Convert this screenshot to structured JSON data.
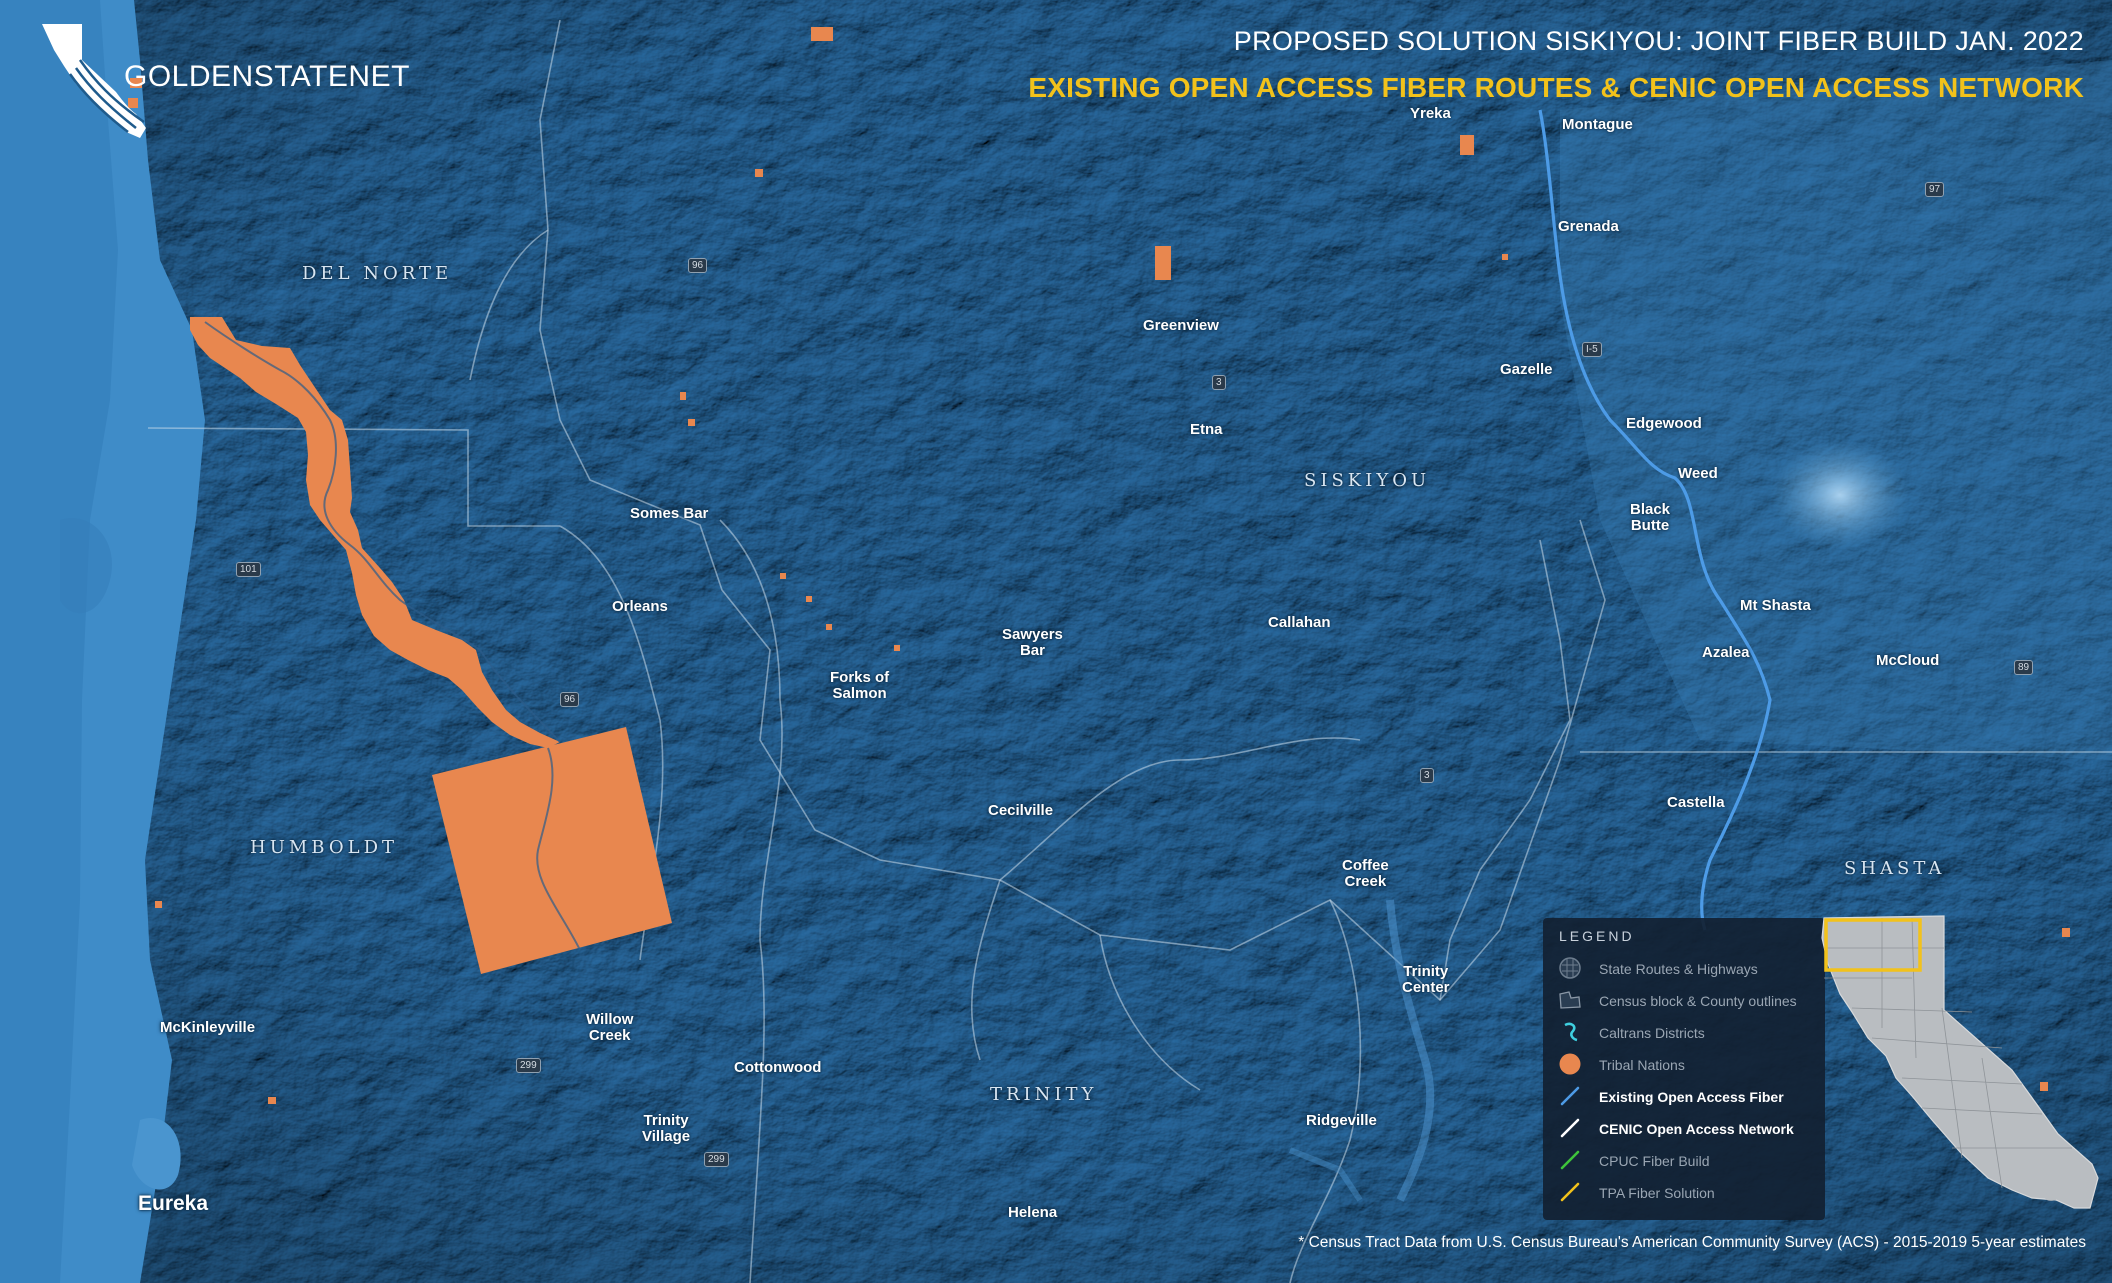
{
  "header": {
    "title": "PROPOSED SOLUTION SISKIYOU: JOINT FIBER BUILD JAN. 2022",
    "subtitle": "EXISTING OPEN ACCESS FIBER ROUTES & CENIC OPEN ACCESS NETWORK"
  },
  "brand": {
    "name": "GOLDENSTATENET"
  },
  "colors": {
    "terrain": "#1f5b8c",
    "ocean": "#3f8cc8",
    "tribal": "#e8874f",
    "existing_fiber": "#4d9be6",
    "cenic": "#ffffff",
    "cpuc": "#3ec43b",
    "tpa": "#f2c21b",
    "title_accent": "#f2c21b"
  },
  "counties": [
    {
      "name": "DEL NORTE"
    },
    {
      "name": "HUMBOLDT"
    },
    {
      "name": "SISKIYOU"
    },
    {
      "name": "TRINITY"
    },
    {
      "name": "SHASTA"
    }
  ],
  "places": [
    {
      "name": "Yreka"
    },
    {
      "name": "Montague"
    },
    {
      "name": "Grenada"
    },
    {
      "name": "Greenview"
    },
    {
      "name": "Gazelle"
    },
    {
      "name": "Etna"
    },
    {
      "name": "Edgewood"
    },
    {
      "name": "Weed"
    },
    {
      "name": "Black\nButte"
    },
    {
      "name": "Somes Bar"
    },
    {
      "name": "Orleans"
    },
    {
      "name": "Sawyers\nBar"
    },
    {
      "name": "Callahan"
    },
    {
      "name": "Mt Shasta"
    },
    {
      "name": "Forks of\nSalmon"
    },
    {
      "name": "Azalea"
    },
    {
      "name": "McCloud"
    },
    {
      "name": "Cecilville"
    },
    {
      "name": "Castella"
    },
    {
      "name": "Coffee\nCreek"
    },
    {
      "name": "Trinity\nCenter"
    },
    {
      "name": "McKinleyville"
    },
    {
      "name": "Willow\nCreek"
    },
    {
      "name": "Cottonwood"
    },
    {
      "name": "Ridgeville"
    },
    {
      "name": "Trinity\nVillage"
    },
    {
      "name": "Eureka"
    },
    {
      "name": "Helena"
    }
  ],
  "route_shields": [
    {
      "label": "96"
    },
    {
      "label": "3"
    },
    {
      "label": "I-5"
    },
    {
      "label": "97"
    },
    {
      "label": "101"
    },
    {
      "label": "96"
    },
    {
      "label": "3"
    },
    {
      "label": "89"
    },
    {
      "label": "299"
    },
    {
      "label": "299"
    }
  ],
  "legend": {
    "title": "LEGEND",
    "items": [
      {
        "label": "State Routes & Highways",
        "icon": "highway-grid-icon",
        "color": "#8a97a6",
        "emphasis": false
      },
      {
        "label": "Census block & County outlines",
        "icon": "outline-icon",
        "color": "#8a97a6",
        "emphasis": false
      },
      {
        "label": "Caltrans Districts",
        "icon": "district-icon",
        "color": "#3fd0e0",
        "emphasis": false
      },
      {
        "label": "Tribal Nations",
        "icon": "circle-icon",
        "color": "#e8874f",
        "emphasis": false
      },
      {
        "label": "Existing Open Access Fiber",
        "icon": "line-icon",
        "color": "#4d9be6",
        "emphasis": true
      },
      {
        "label": "CENIC Open Access Network",
        "icon": "line-icon",
        "color": "#ffffff",
        "emphasis": true
      },
      {
        "label": "CPUC Fiber Build",
        "icon": "line-icon",
        "color": "#3ec43b",
        "emphasis": false
      },
      {
        "label": "TPA Fiber Solution",
        "icon": "line-icon",
        "color": "#f2c21b",
        "emphasis": false
      }
    ]
  },
  "footnote": "* Census Tract Data from U.S. Census Bureau's American Community Survey (ACS) - 2015-2019 5-year estimates"
}
